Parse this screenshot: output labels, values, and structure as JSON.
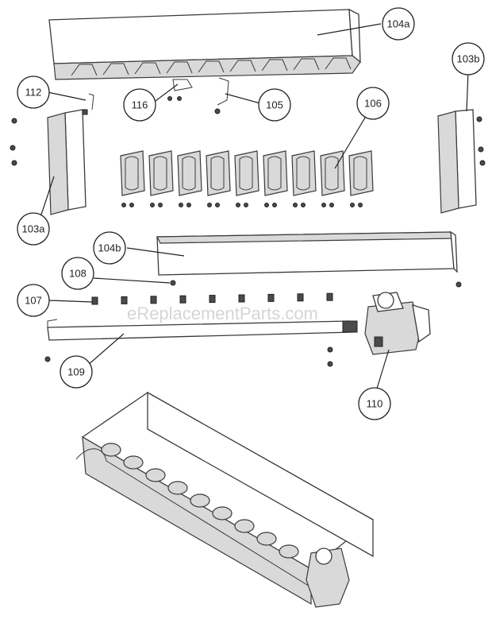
{
  "watermark": "eReplacementParts.com",
  "callouts": {
    "c104a": "104a",
    "c103b": "103b",
    "c112": "112",
    "c116": "116",
    "c105": "105",
    "c106": "106",
    "c103a": "103a",
    "c104b": "104b",
    "c108": "108",
    "c107": "107",
    "c109": "109",
    "c110": "110"
  }
}
